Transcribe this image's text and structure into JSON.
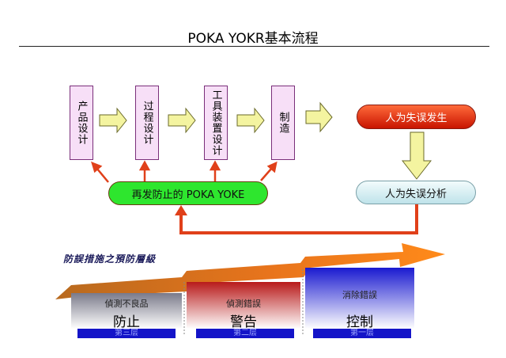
{
  "title": "POKA YOKR基本流程",
  "process": [
    {
      "label": "产品设计"
    },
    {
      "label": "过程设计"
    },
    {
      "label": "工具装置设计"
    },
    {
      "label": "制造"
    }
  ],
  "error_occurs": "人为失误发生",
  "error_analysis": "人为失误分析",
  "recurrence_prevention": "再发防止的 POKA YOKE",
  "levels_title": "防誤措施之預防層級",
  "levels": [
    {
      "top": "偵測不良品",
      "main": "防止",
      "band": "第三层"
    },
    {
      "top": "偵測錯誤",
      "main": "警告",
      "band": "第二层"
    },
    {
      "top": "消除錯誤",
      "main": "控制",
      "band": "第一层"
    }
  ],
  "colors": {
    "process_fill": "#f7dff7",
    "process_border": "#7a2f7a",
    "arrow_fill": "#f4f4a0",
    "connector": "#e0401a",
    "error_fill": "#e02a10",
    "analysis_fill": "#d8f0f4",
    "prevention_fill": "#2ee62e",
    "level_band": "#1414c8"
  }
}
